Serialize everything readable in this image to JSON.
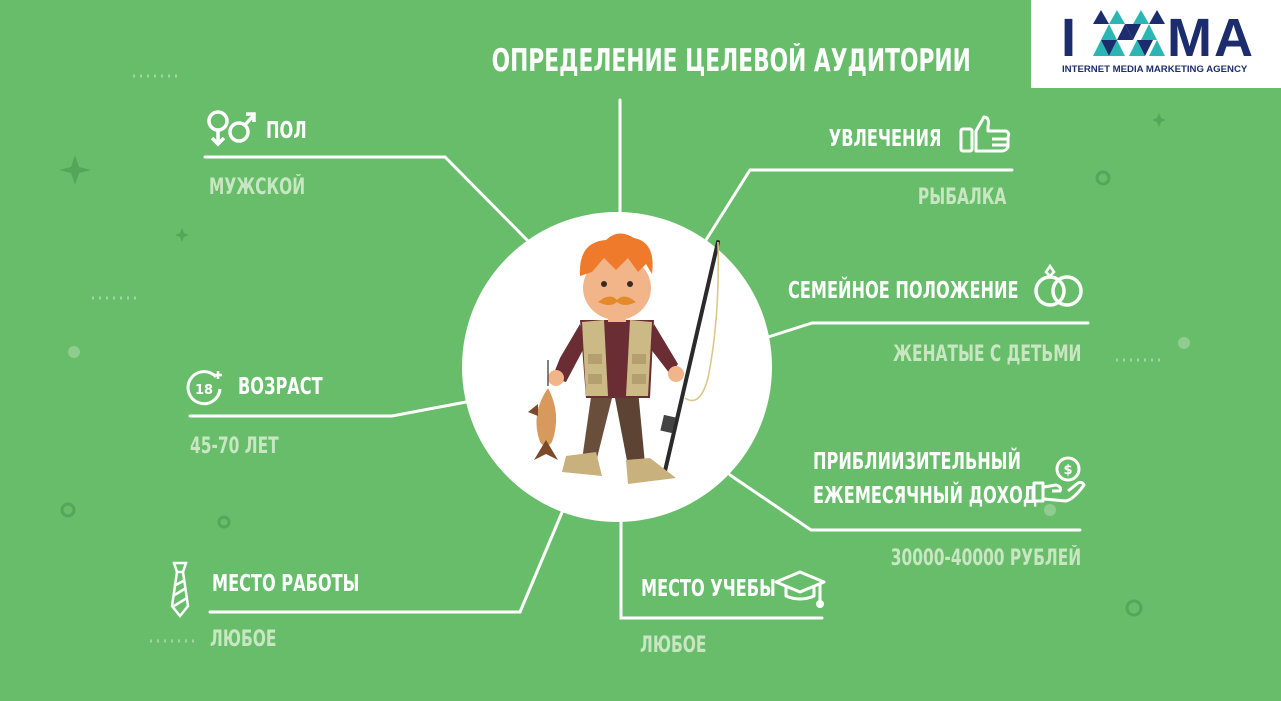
{
  "title": "ОПРЕДЕЛЕНИЕ ЦЕЛЕВОЙ АУДИТОРИИ",
  "logo": {
    "brand_left": "I",
    "brand_right": "MA",
    "tagline": "INTERNET MEDIA MARKETING AGENCY"
  },
  "colors": {
    "background": "#68bd6b",
    "lines": "#ffffff",
    "value_text": "#c8e6c2",
    "logo_navy": "#1c2d6e",
    "logo_teal": "#2bb6b4"
  },
  "segments": {
    "gender": {
      "label": "ПОЛ",
      "value": "МУЖСКОЙ",
      "icon": "gender-symbols-icon"
    },
    "age": {
      "label": "ВОЗРАСТ",
      "value": "45-70 ЛЕТ",
      "icon": "age-18-plus-icon",
      "badge": "18"
    },
    "work": {
      "label": "МЕСТО РАБОТЫ",
      "value": "ЛЮБОЕ",
      "icon": "necktie-icon"
    },
    "hobby": {
      "label": "УВЛЕЧЕНИЯ",
      "value": "РЫБАЛКА",
      "icon": "thumbs-up-icon"
    },
    "family": {
      "label": "СЕМЕЙНОЕ ПОЛОЖЕНИЕ",
      "value": "ЖЕНАТЫЕ С ДЕТЬМИ",
      "icon": "wedding-rings-icon"
    },
    "income": {
      "label_line1": "ПРИБЛИИЗИТЕЛЬНЫЙ",
      "label_line2": "ЕЖЕМЕСЯЧНЫЙ ДОХОД",
      "value": "30000-40000 РУБЛЕЙ",
      "icon": "money-hand-icon",
      "coin": "$"
    },
    "study": {
      "label": "МЕСТО УЧЕБЫ",
      "value": "ЛЮБОЕ",
      "icon": "graduation-cap-icon"
    }
  },
  "center": {
    "illustration": "fisherman-illustration"
  }
}
